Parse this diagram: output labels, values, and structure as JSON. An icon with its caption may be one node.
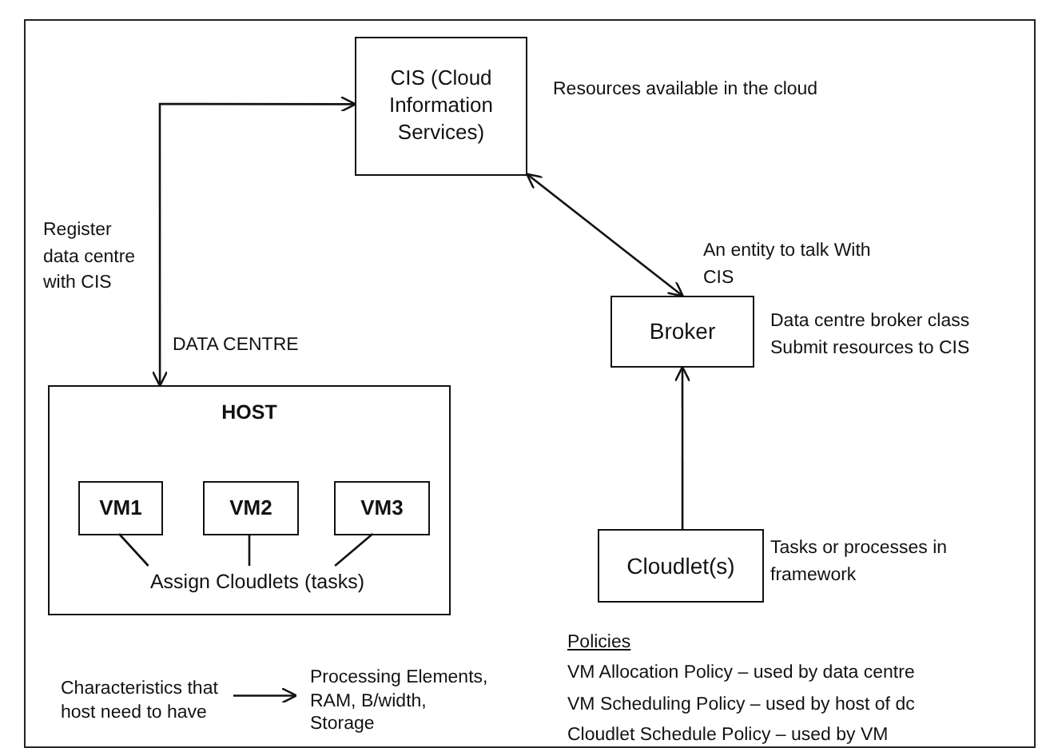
{
  "diagram": {
    "nodes": [
      {
        "text": [
          "CIS (Cloud Information Services)"
        ],
        "beside": [
          "Resources available in the cloud"
        ]
      },
      {
        "text": [
          "HOST"
        ],
        "beside": [
          "DATA CENTRE"
        ]
      },
      {
        "text": [
          "VM1"
        ],
        "in": 1
      },
      {
        "text": [
          "VM2"
        ],
        "in": 1
      },
      {
        "text": [
          "VM3"
        ],
        "in": 1
      },
      {
        "text": [
          "Assign Cloudlets (tasks)"
        ],
        "in": 1
      },
      {
        "text": [
          "Broker"
        ],
        "beside": [
          "An entity to talk With CIS",
          "Data centre broker class Submit resources to CIS"
        ]
      },
      {
        "text": [
          "Cloudlet(s)"
        ],
        "beside": [
          "Tasks or processes in framework"
        ]
      },
      {
        "text": [
          "Characteristics that host need to have"
        ]
      },
      {
        "text": [
          "Processing Elements, RAM, B/width, Storage"
        ]
      }
    ],
    "edges": [
      {
        "from": 1,
        "to": 0,
        "arrow": "both",
        "label": "Register data centre with CIS"
      },
      {
        "from": 0,
        "to": 6,
        "arrow": "both"
      },
      {
        "from": 7,
        "to": 6,
        "arrow": "to"
      },
      {
        "from": 2,
        "to": 5,
        "arrow": "none"
      },
      {
        "from": 3,
        "to": 5,
        "arrow": "none"
      },
      {
        "from": 4,
        "to": 5,
        "arrow": "none"
      },
      {
        "from": 8,
        "to": 9,
        "arrow": "to"
      }
    ],
    "labels": [
      "Policies",
      "VM Allocation Policy – used by data centre",
      "VM Scheduling Policy – used by host of dc",
      "Cloudlet Schedule Policy – used by VM"
    ]
  }
}
